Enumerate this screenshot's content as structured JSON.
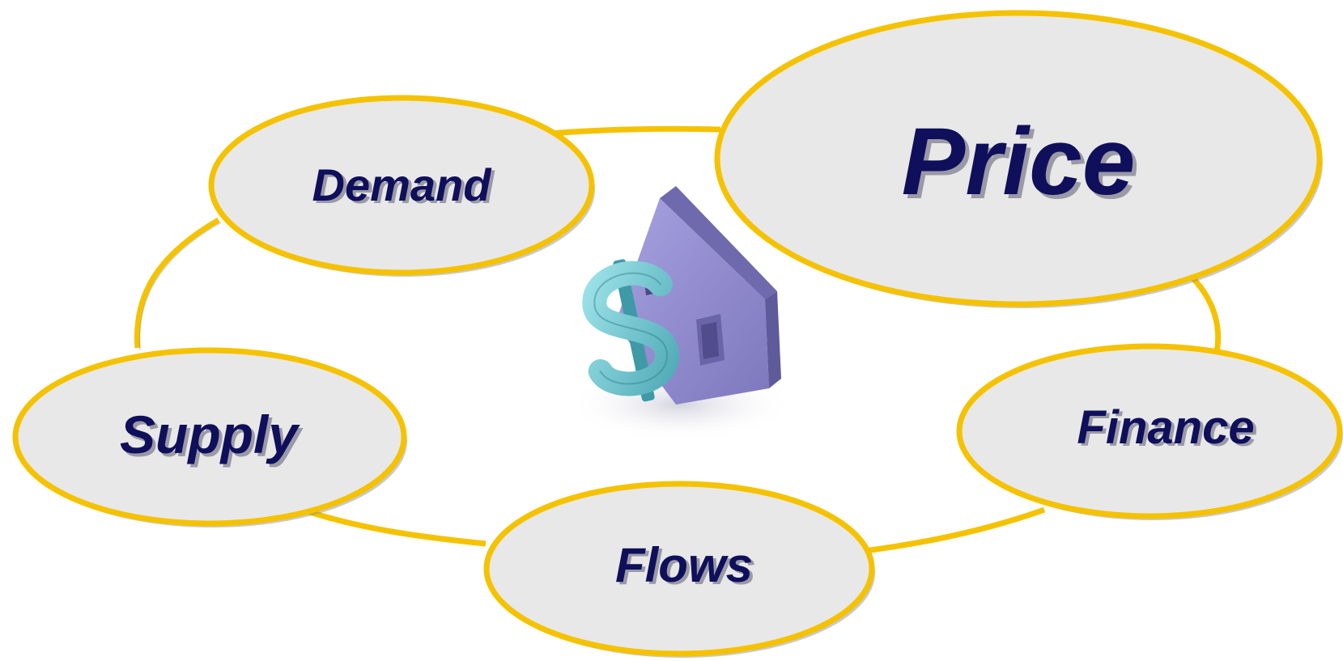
{
  "diagram": {
    "nodes": [
      {
        "id": "price",
        "label": "Price"
      },
      {
        "id": "demand",
        "label": "Demand"
      },
      {
        "id": "supply",
        "label": "Supply"
      },
      {
        "id": "flows",
        "label": "Flows"
      },
      {
        "id": "finance",
        "label": "Finance"
      }
    ],
    "center_image": "house-dollar-icon",
    "colors": {
      "node_fill": "#e8e8e8",
      "node_border": "#f5c200",
      "ring": "#f5c200",
      "label": "#0f0f5c",
      "house": "#8c86c8",
      "dollar": "#6cc4cf"
    }
  }
}
